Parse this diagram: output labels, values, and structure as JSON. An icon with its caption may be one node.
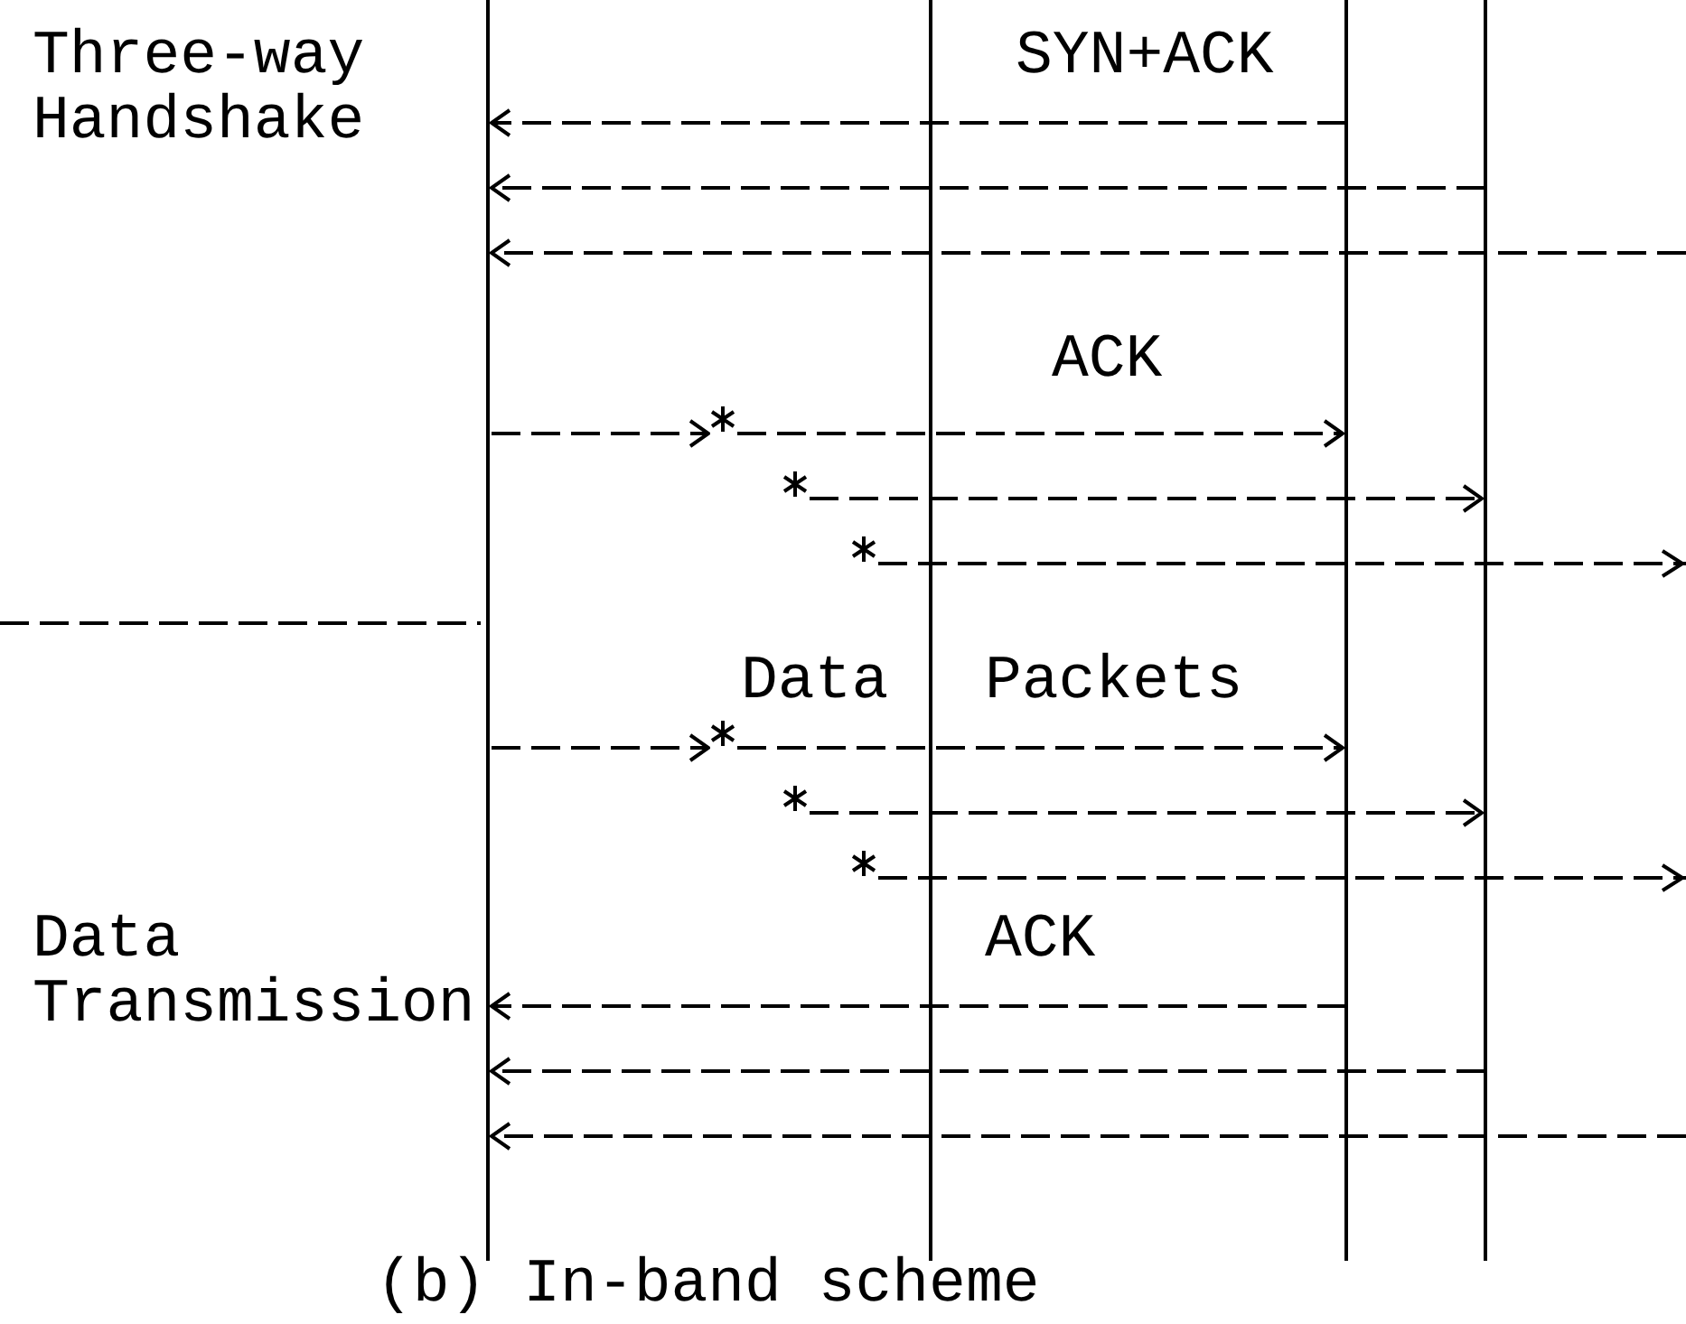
{
  "diagram": {
    "caption": "(b) In-band scheme",
    "labels": [
      "Three-way Handshake",
      "SYN+ACK",
      "ACK",
      "Data",
      "Packets",
      "Data Transmission",
      "ACK"
    ]
  }
}
